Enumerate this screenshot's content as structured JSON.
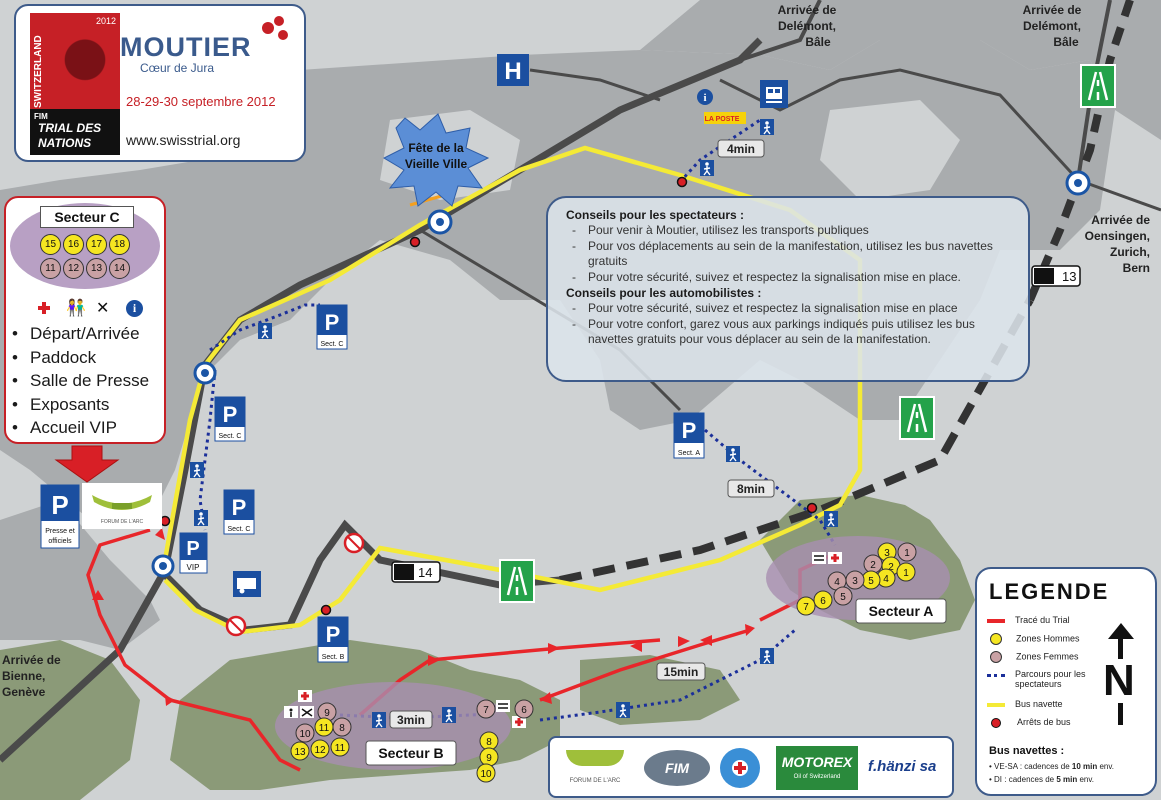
{
  "header": {
    "badge_top": "SWITZERLAND",
    "badge_year": "2012",
    "badge_fim": "FIM",
    "badge_event_line1": "TRIAL DES",
    "badge_event_line2": "NATIONS",
    "town": "MOUTIER",
    "tagline": "Cœur de Jura",
    "dates": "28-29-30 septembre 2012",
    "website": "www.swisstrial.org"
  },
  "place_labels": {
    "delemont_left": [
      "Arrivée de",
      "Delémont,",
      "Bâle"
    ],
    "delemont_right": [
      "Arrivée de",
      "Delémont,",
      "Bâle"
    ],
    "oensingen": [
      "Arrivée de",
      "Oensingen,",
      "Zurich,",
      "Bern"
    ],
    "bienne": [
      "Arrivée de",
      "Bienne,",
      "Genève"
    ],
    "fete": [
      "Fête de la",
      "Vieille Ville"
    ]
  },
  "road_badges": {
    "a13": "13",
    "a14": "14"
  },
  "walk_times": {
    "t4": "4min",
    "t8": "8min",
    "t15": "15min",
    "t3": "3min"
  },
  "sector_labels": {
    "a": "Secteur A",
    "b": "Secteur B"
  },
  "parking": {
    "symbol": "P",
    "sect_c": "Sect. C",
    "sect_a": "Sect. A",
    "sect_b": "Sect. B",
    "vip": "VIP",
    "presse": [
      "Presse et",
      "officiels"
    ]
  },
  "hospital_symbol": "H",
  "la_poste": "LA POSTE",
  "secteur_c": {
    "title": "Secteur C",
    "zones_men": [
      "15",
      "16",
      "17",
      "18"
    ],
    "zones_women": [
      "11",
      "12",
      "13",
      "14"
    ],
    "items": [
      "Départ/Arrivée",
      "Paddock",
      "Salle de Presse",
      "Exposants",
      "Accueil VIP"
    ]
  },
  "advice": {
    "spectators_title": "Conseils pour les spectateurs :",
    "spectators": [
      "Pour venir à Moutier, utilisez les transports publiques",
      "Pour vos déplacements au sein de la manifestation, utilisez les bus navettes gratuits",
      "Pour votre sécurité, suivez et respectez la signalisation mise en place."
    ],
    "drivers_title": "Conseils pour les automobilistes :",
    "drivers": [
      "Pour votre sécurité, suivez et respectez la signalisation mise en place",
      "Pour votre confort, garez vous aux parkings indiqués puis utilisez les bus navettes gratuits pour vous déplacer au sein de la manifestation."
    ]
  },
  "zones_a": [
    "1",
    "2",
    "3",
    "4",
    "5",
    "6",
    "7",
    "1",
    "2",
    "3",
    "4",
    "5"
  ],
  "zones_b": [
    "6",
    "7",
    "8",
    "9",
    "10",
    "11",
    "12",
    "13",
    "8",
    "9",
    "10",
    "11"
  ],
  "legend": {
    "title": "LEGENDE",
    "items": [
      "Tracé du Trial",
      "Zones Hommes",
      "Zones Femmes",
      "Parcours pour les spectateurs",
      "Bus navette",
      "Arrêts de bus"
    ],
    "bus_title": "Bus navettes :",
    "bus_rows": [
      {
        "days": "VE-SA :",
        "text": "cadences de",
        "value": "10 min",
        "unit": "env."
      },
      {
        "days": "DI :",
        "text": "cadences de",
        "value": "5 min",
        "unit": "env."
      }
    ],
    "north": "N"
  },
  "sponsors": [
    "FORUM DE L'ARC",
    "FIM",
    "MOTOREX",
    "Oil of Switzerland",
    "f.hänzi sa"
  ],
  "forum_logo_text": "FORUM DE L'ARC",
  "colors": {
    "trial": "#e8262a",
    "shuttle": "#f4ea36",
    "walk": "#1b2f9a",
    "zone_men": "#f5e621",
    "zone_women": "#c9a1a4",
    "sector": "#a78fb0",
    "green": "#8b9a78",
    "frame": "#3e5b8a"
  }
}
